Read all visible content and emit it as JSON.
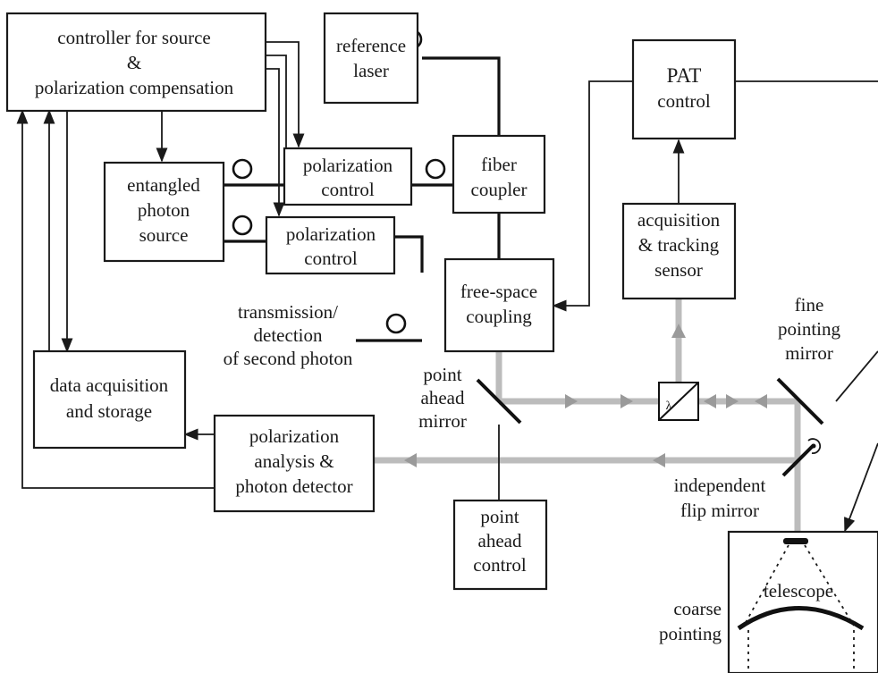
{
  "blocks": {
    "controller": [
      "controller for source",
      "&",
      "polarization compensation"
    ],
    "reference_laser": [
      "reference",
      "laser"
    ],
    "pat_control": [
      "PAT",
      "control"
    ],
    "entangled_source": [
      "entangled",
      "photon",
      "source"
    ],
    "polarization_control_1": [
      "polarization",
      "control"
    ],
    "polarization_control_2": [
      "polarization",
      "control"
    ],
    "fiber_coupler": [
      "fiber",
      "coupler"
    ],
    "acquisition_sensor": [
      "acquisition",
      "& tracking",
      "sensor"
    ],
    "free_space_coupling": [
      "free-space",
      "coupling"
    ],
    "data_acquisition": [
      "data acquisition",
      "and storage"
    ],
    "polarization_analysis": [
      "polarization",
      "analysis &",
      "photon detector"
    ],
    "point_ahead_control": [
      "point",
      "ahead",
      "control"
    ],
    "telescope": "telescope"
  },
  "labels": {
    "transmission": [
      "transmission/",
      "detection",
      "of second photon"
    ],
    "point_ahead_mirror": [
      "point",
      "ahead",
      "mirror"
    ],
    "fine_pointing_mirror": [
      "fine",
      "pointing",
      "mirror"
    ],
    "independent_flip_mirror": [
      "independent",
      "flip mirror"
    ],
    "coarse_pointing": [
      "coarse",
      "pointing"
    ],
    "waveplate_symbol": "λ"
  }
}
